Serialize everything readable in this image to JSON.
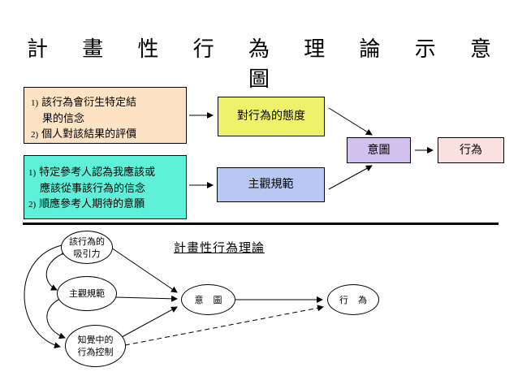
{
  "title": "計 畫 性 行 為 理 論 示 意 圖",
  "top": {
    "beliefs_box_1": {
      "items": [
        {
          "num": "1)",
          "line1": "該行為會衍生特定結",
          "line2": "果的信念"
        },
        {
          "num": "2)",
          "line1": "個人對該結果的評價"
        }
      ]
    },
    "beliefs_box_2": {
      "items": [
        {
          "num": "1)",
          "line1": "特定參考人認為我應該或",
          "line2": "應該從事該行為的信念"
        },
        {
          "num": "2)",
          "line1": "順應參考人期待的意願"
        }
      ]
    },
    "attitude_label": "對行為的態度",
    "subjective_norm_label": "主觀規範",
    "intention_label": "意圖",
    "behavior_label": "行為",
    "colors": {
      "beliefs_box_1": "#fde3c4",
      "beliefs_box_2": "#5ff0d9",
      "attitude": "#eef26a",
      "subjective_norm": "#b9c7f3",
      "intention": "#d2c0ef",
      "behavior": "#fbe0e0"
    }
  },
  "bottom": {
    "subtitle": "計畫性行為理論",
    "node_attraction": {
      "line1": "該行為的",
      "line2": "吸引力"
    },
    "node_subjective_norm": "主觀規範",
    "node_perceived_control": {
      "line1": "知覺中的",
      "line2": "行為控制"
    },
    "node_intention": "意圖",
    "node_behavior": "行為"
  }
}
